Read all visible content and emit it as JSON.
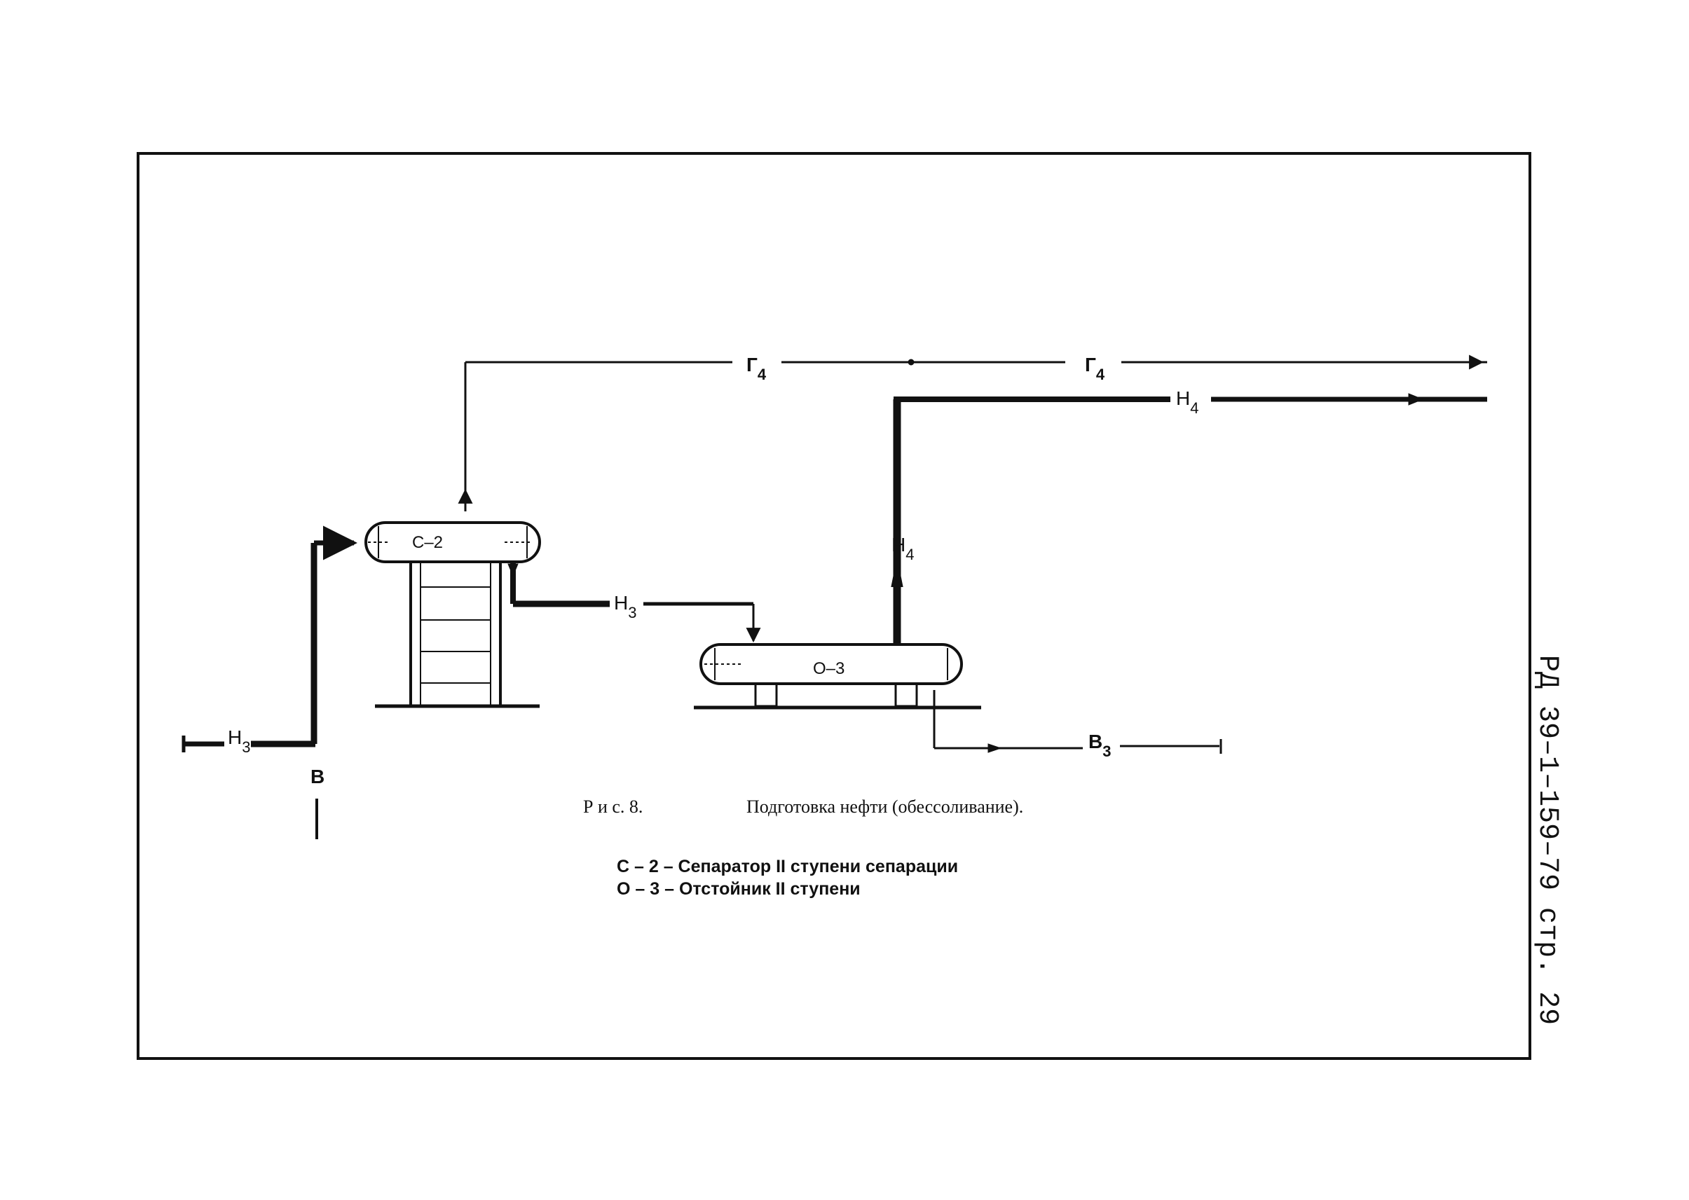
{
  "streams": {
    "g4_a": {
      "main": "Г",
      "sub": "4"
    },
    "g4_b": {
      "main": "Г",
      "sub": "4"
    },
    "n4_top": {
      "main": "Н",
      "sub": "4"
    },
    "n4_vert": {
      "main": "Н",
      "sub": "4"
    },
    "n3_mid": {
      "main": "Н",
      "sub": "3"
    },
    "n3_in": {
      "main": "Н",
      "sub": "3"
    },
    "v_left": {
      "main": "В",
      "sub": ""
    },
    "v3": {
      "main": "В",
      "sub": "3"
    }
  },
  "vessels": {
    "c2": "С–2",
    "o3": "О–3"
  },
  "caption": {
    "figure": "Р и с. 8.",
    "title": "Подготовка нефти (обессоливание)."
  },
  "legend": [
    "С – 2 – Сепаратор II ступени сепарации",
    "О – 3 – Отстойник II ступени"
  ],
  "side_code": "РД 39–1–159–79  стр. 29"
}
